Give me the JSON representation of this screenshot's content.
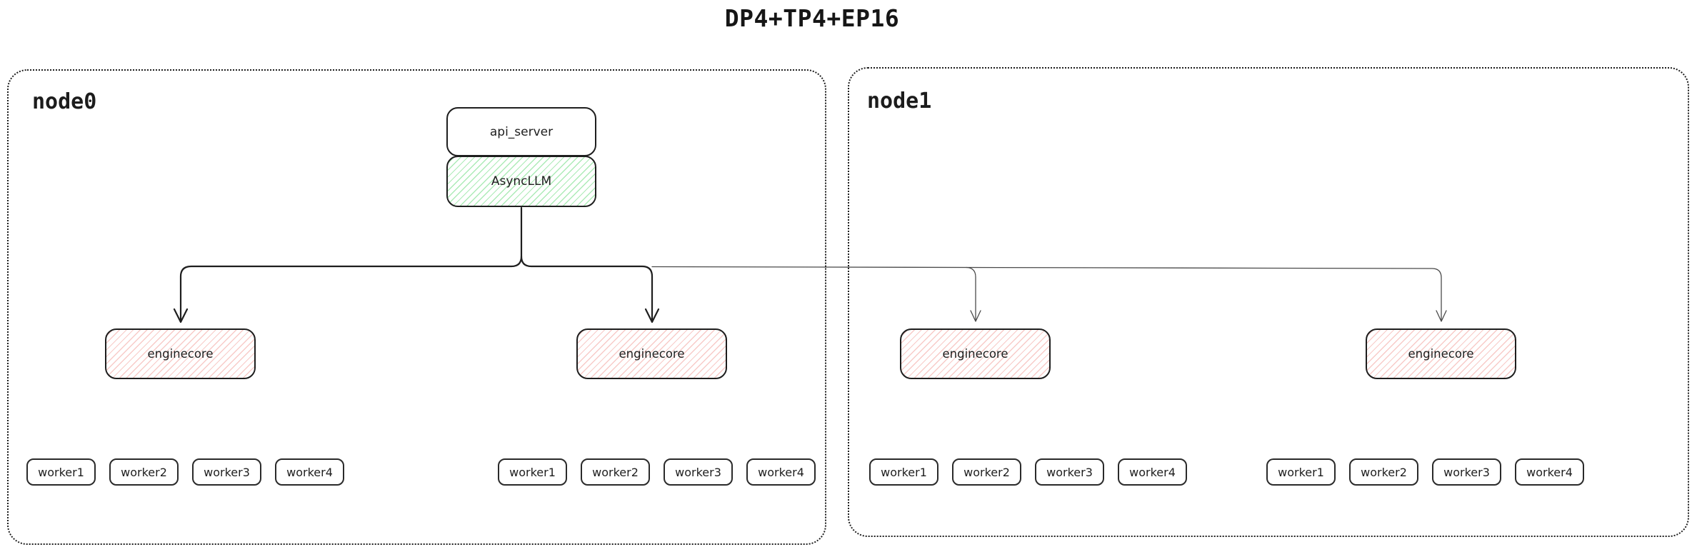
{
  "diagram": {
    "title": "DP4+TP4+EP16",
    "node0": {
      "label": "node0"
    },
    "node1": {
      "label": "node1"
    },
    "api_server": {
      "label": "api_server"
    },
    "async_llm": {
      "label": "AsyncLLM"
    },
    "enginecore_label": "enginecore",
    "worker_labels": [
      "worker1",
      "worker2",
      "worker3",
      "worker4"
    ]
  },
  "colors": {
    "ink": "#1e1e1e",
    "thin_edge": "#4a4a4a",
    "green_hatch": "#69db7c",
    "red_hatch": "#f08c86",
    "background": "#ffffff"
  }
}
